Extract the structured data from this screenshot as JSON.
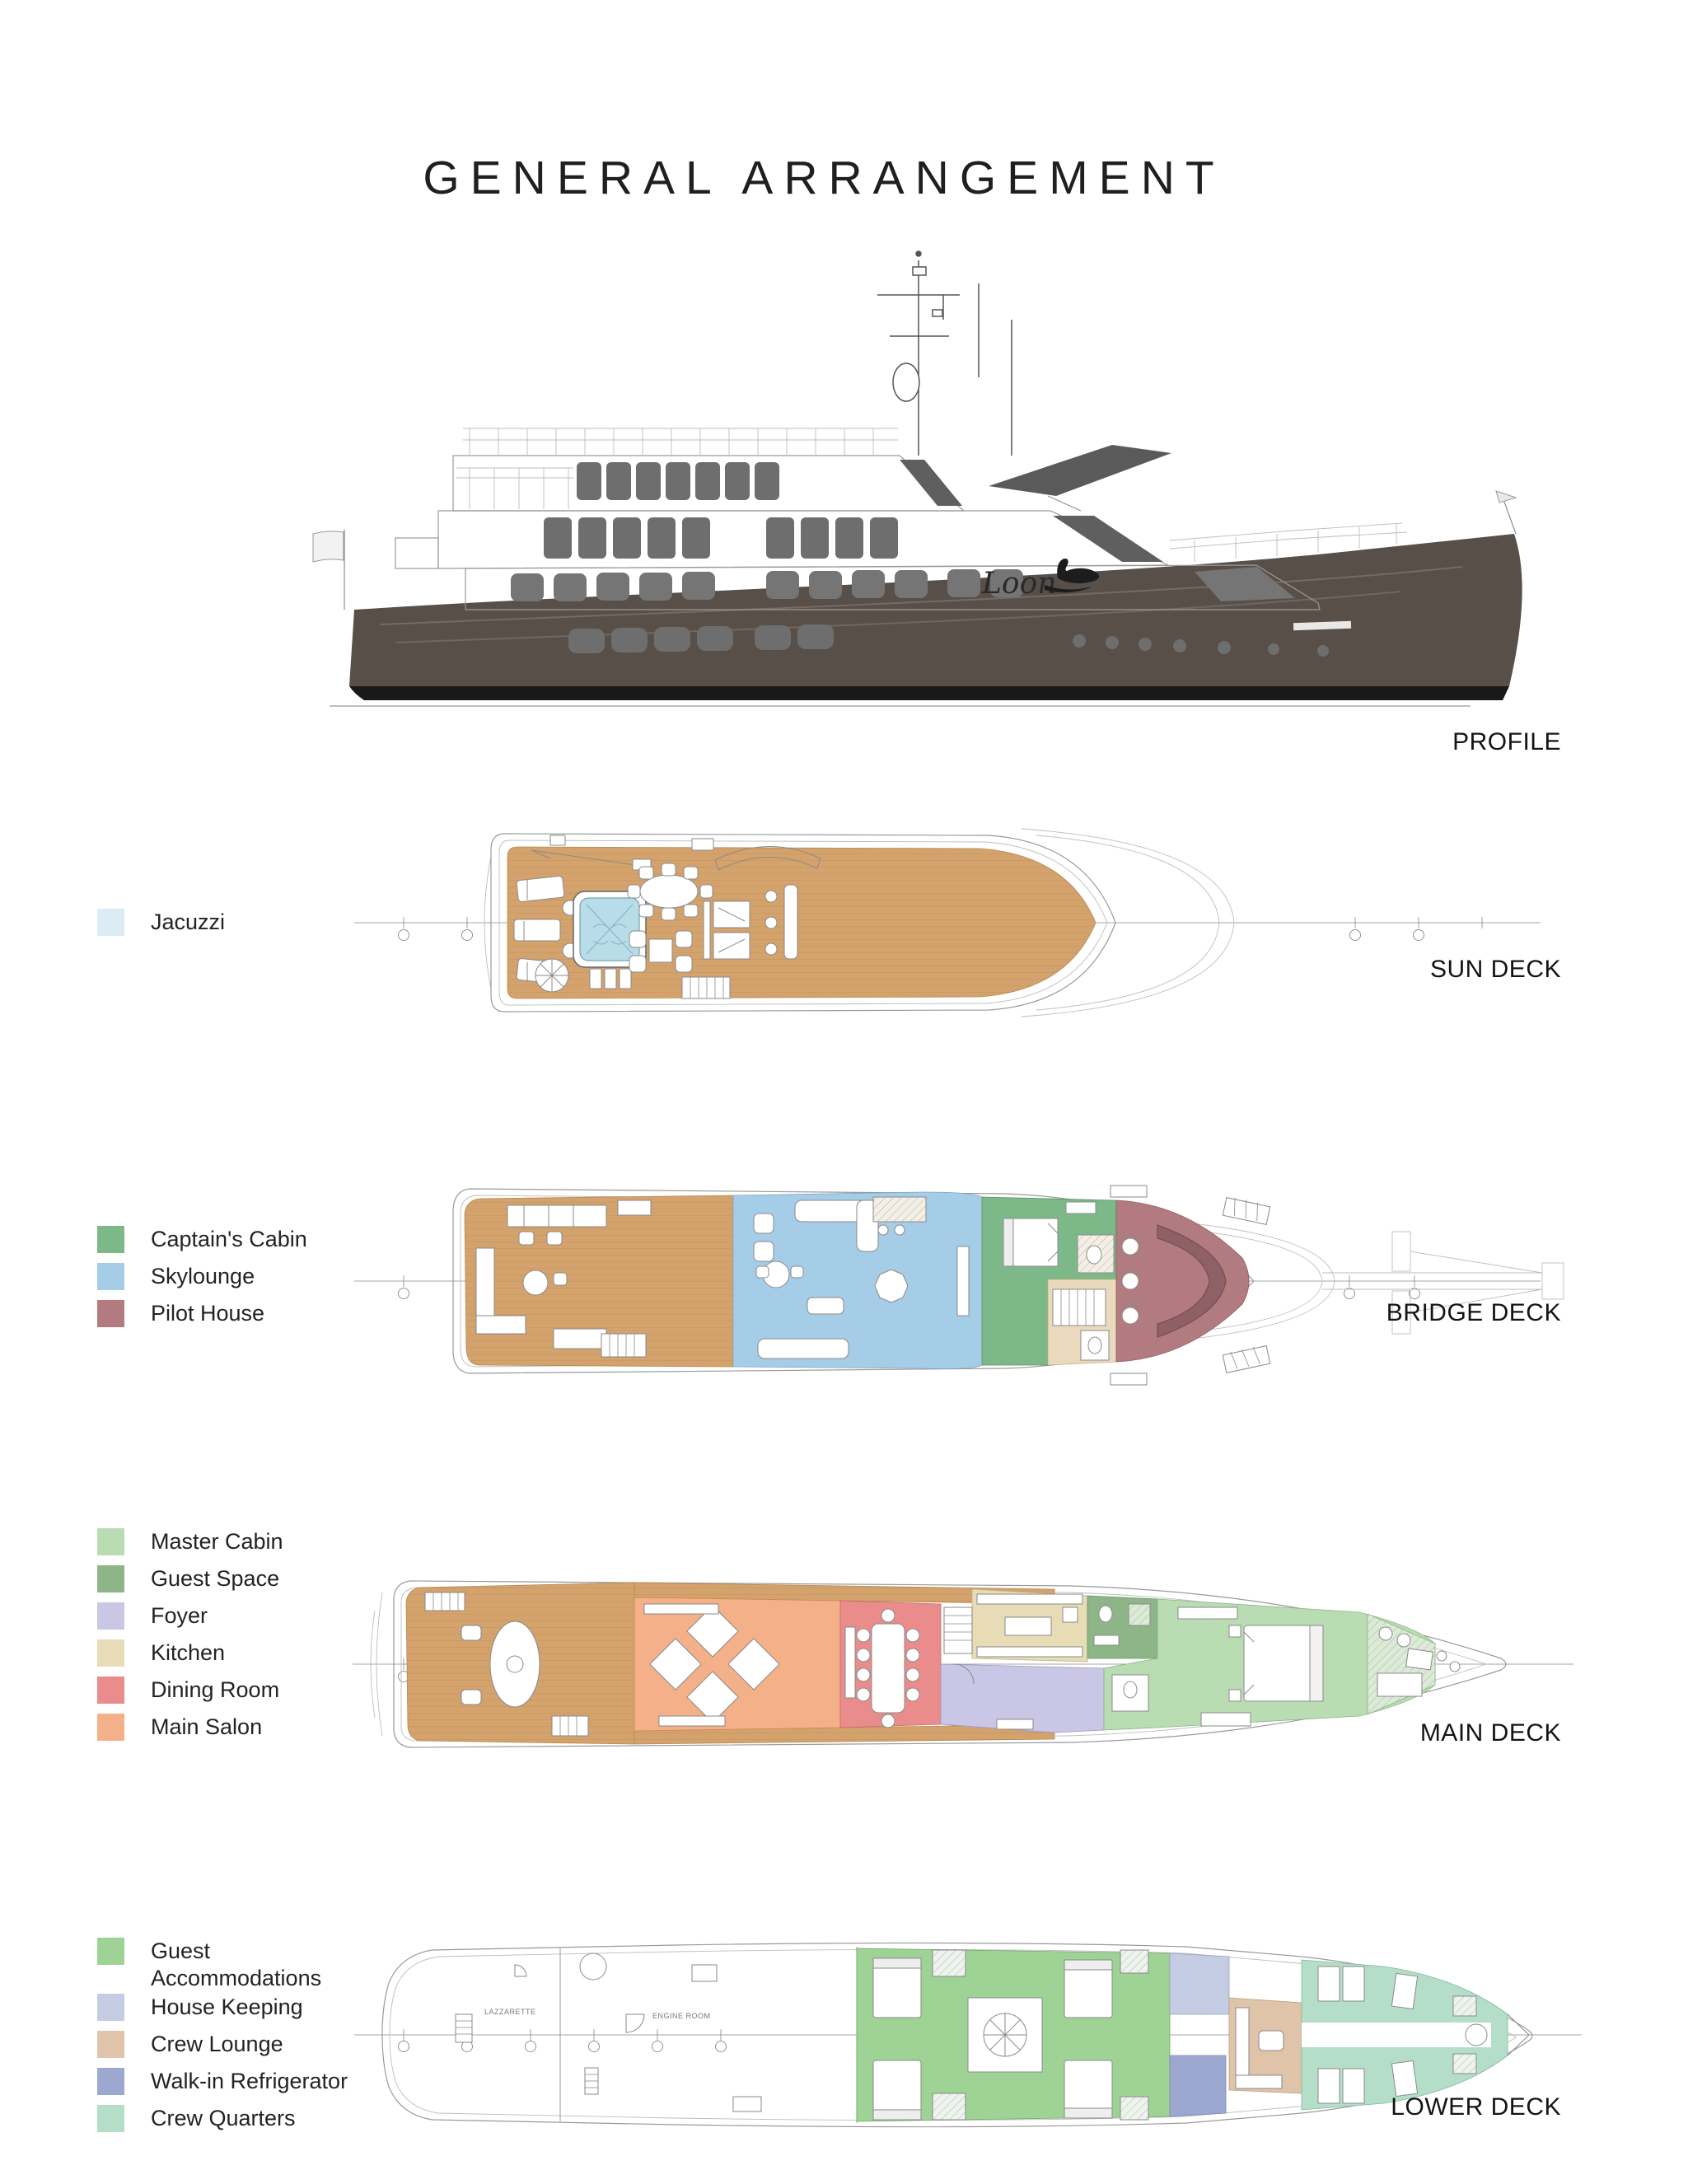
{
  "page": {
    "title": "GENERAL ARRANGEMENT"
  },
  "colors": {
    "hull": "#574f48",
    "boot_stripe": "#1b1918",
    "teak": "#d4a26c",
    "jacuzzi_water": "#b8dde8",
    "bridge_foyer": "#ead9bd",
    "window_glass": "#6e6e6e",
    "drawing_line": "#8a8a8a"
  },
  "profile": {
    "label": "PROFILE",
    "yacht_name": "Loon"
  },
  "sun_deck": {
    "label": "SUN DECK",
    "legend": [
      {
        "name": "Jacuzzi",
        "color": "#dcecf4"
      }
    ]
  },
  "bridge_deck": {
    "label": "BRIDGE DECK",
    "legend": [
      {
        "name": "Captain's Cabin",
        "color": "#7db988"
      },
      {
        "name": "Skylounge",
        "color": "#a6cde7"
      },
      {
        "name": "Pilot House",
        "color": "#b17b80"
      }
    ]
  },
  "main_deck": {
    "label": "MAIN DECK",
    "legend": [
      {
        "name": "Master Cabin",
        "color": "#b9dcb2"
      },
      {
        "name": "Guest Space",
        "color": "#8eb588"
      },
      {
        "name": "Foyer",
        "color": "#c9c6e6"
      },
      {
        "name": "Kitchen",
        "color": "#e7dcb6"
      },
      {
        "name": "Dining Room",
        "color": "#ea8c8c"
      },
      {
        "name": "Main Salon",
        "color": "#f4b088"
      }
    ]
  },
  "lower_deck": {
    "label": "LOWER DECK",
    "legend": [
      {
        "name": "Guest Accommodations",
        "color": "#9fd396"
      },
      {
        "name": "House Keeping",
        "color": "#c5cde5"
      },
      {
        "name": "Crew Lounge",
        "color": "#dfc4aa"
      },
      {
        "name": "Walk-in Refrigerator",
        "color": "#9ca8d0"
      },
      {
        "name": "Crew Quarters",
        "color": "#b5dec9"
      }
    ],
    "room_labels": {
      "lazzarette": "LAZZARETTE",
      "engine_room": "ENGINE ROOM"
    }
  }
}
